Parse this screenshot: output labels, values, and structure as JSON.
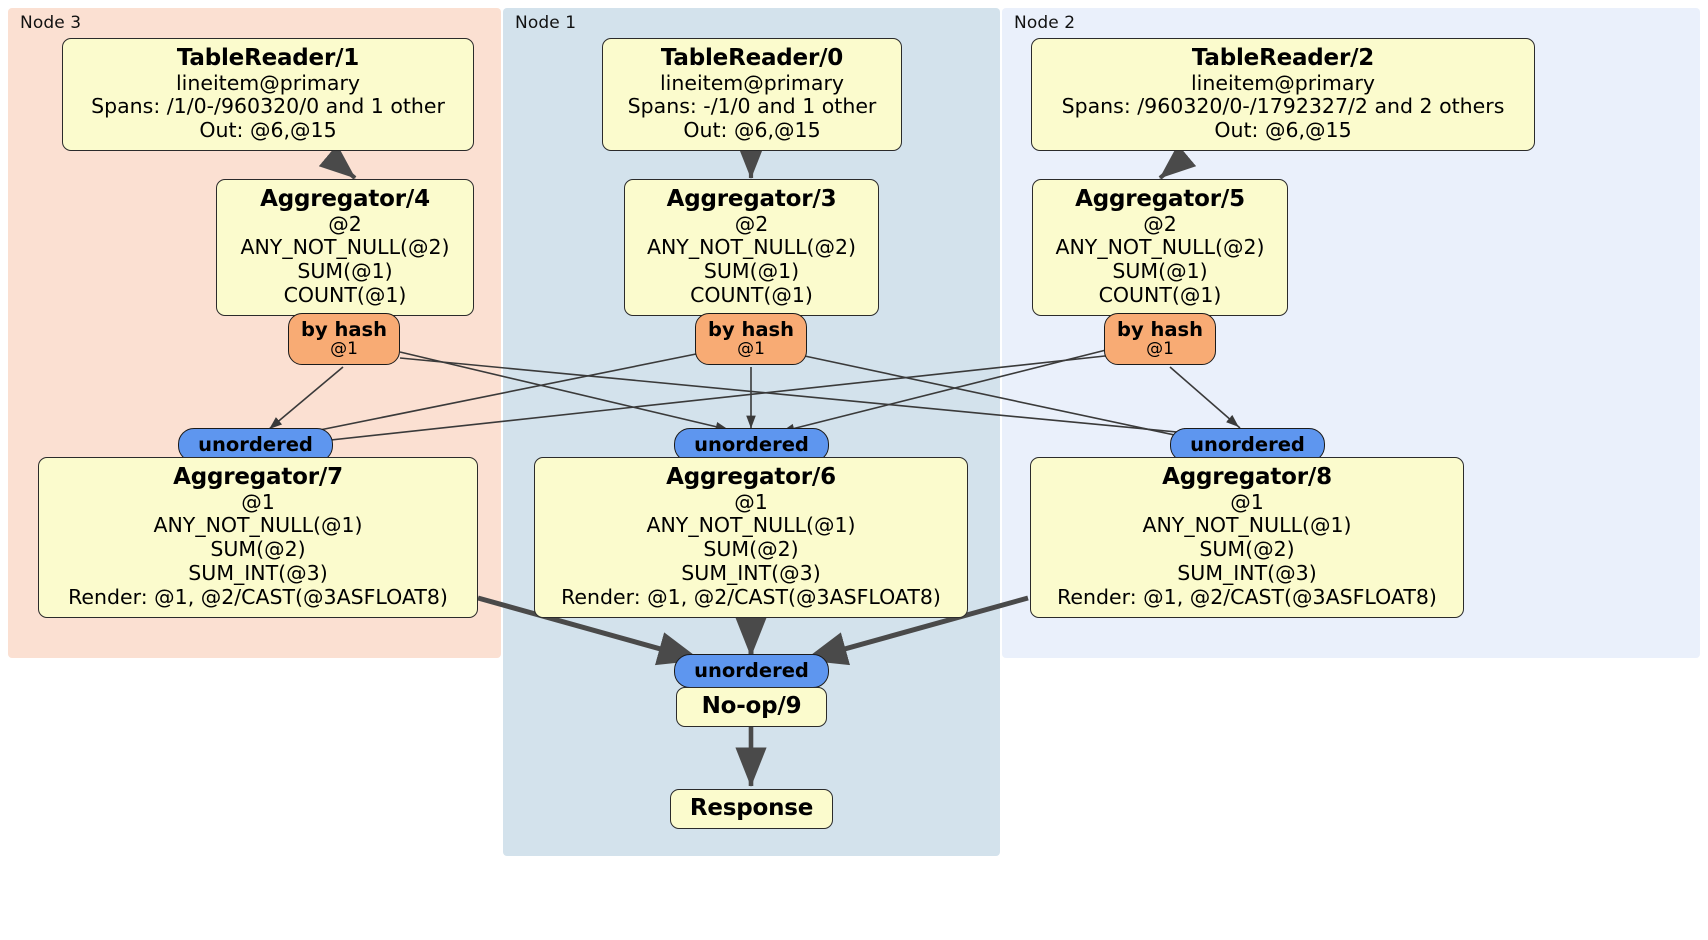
{
  "diagram": {
    "type": "distributed-query-plan",
    "colors": {
      "node3_bg": "#fbe0d2",
      "node1_bg": "#d3e2ec",
      "node2_bg": "#eaf0fb",
      "processor_fill": "#fbfbcd",
      "processor_stroke": "#2b2b2b",
      "hash_router_fill": "#f8ab74",
      "unordered_synchronizer_fill": "#5e96ef",
      "edge_color": "#444444"
    },
    "regions": [
      {
        "id": "node3",
        "label": "Node 3"
      },
      {
        "id": "node1",
        "label": "Node 1"
      },
      {
        "id": "node2",
        "label": "Node 2"
      }
    ],
    "processors": {
      "tablereader1": {
        "title": "TableReader/1",
        "lines": [
          "lineitem@primary",
          "Spans: /1/0-/960320/0 and 1 other",
          "Out: @6,@15"
        ]
      },
      "tablereader0": {
        "title": "TableReader/0",
        "lines": [
          "lineitem@primary",
          "Spans: -/1/0 and 1 other",
          "Out: @6,@15"
        ]
      },
      "tablereader2": {
        "title": "TableReader/2",
        "lines": [
          "lineitem@primary",
          "Spans: /960320/0-/1792327/2 and 2 others",
          "Out: @6,@15"
        ]
      },
      "aggregator4": {
        "title": "Aggregator/4",
        "lines": [
          "@2",
          "ANY_NOT_NULL(@2)",
          "SUM(@1)",
          "COUNT(@1)"
        ]
      },
      "aggregator3": {
        "title": "Aggregator/3",
        "lines": [
          "@2",
          "ANY_NOT_NULL(@2)",
          "SUM(@1)",
          "COUNT(@1)"
        ]
      },
      "aggregator5": {
        "title": "Aggregator/5",
        "lines": [
          "@2",
          "ANY_NOT_NULL(@2)",
          "SUM(@1)",
          "COUNT(@1)"
        ]
      },
      "aggregator7": {
        "title": "Aggregator/7",
        "lines": [
          "@1",
          "ANY_NOT_NULL(@1)",
          "SUM(@2)",
          "SUM_INT(@3)",
          "Render: @1, @2/CAST(@3ASFLOAT8)"
        ]
      },
      "aggregator6": {
        "title": "Aggregator/6",
        "lines": [
          "@1",
          "ANY_NOT_NULL(@1)",
          "SUM(@2)",
          "SUM_INT(@3)",
          "Render: @1, @2/CAST(@3ASFLOAT8)"
        ]
      },
      "aggregator8": {
        "title": "Aggregator/8",
        "lines": [
          "@1",
          "ANY_NOT_NULL(@1)",
          "SUM(@2)",
          "SUM_INT(@3)",
          "Render: @1, @2/CAST(@3ASFLOAT8)"
        ]
      },
      "noop9": {
        "title": "No-op/9",
        "lines": []
      },
      "response": {
        "title": "Response",
        "lines": []
      }
    },
    "routers": {
      "hash_title": "by hash",
      "hash_column": "@1",
      "unordered_title": "unordered"
    }
  }
}
